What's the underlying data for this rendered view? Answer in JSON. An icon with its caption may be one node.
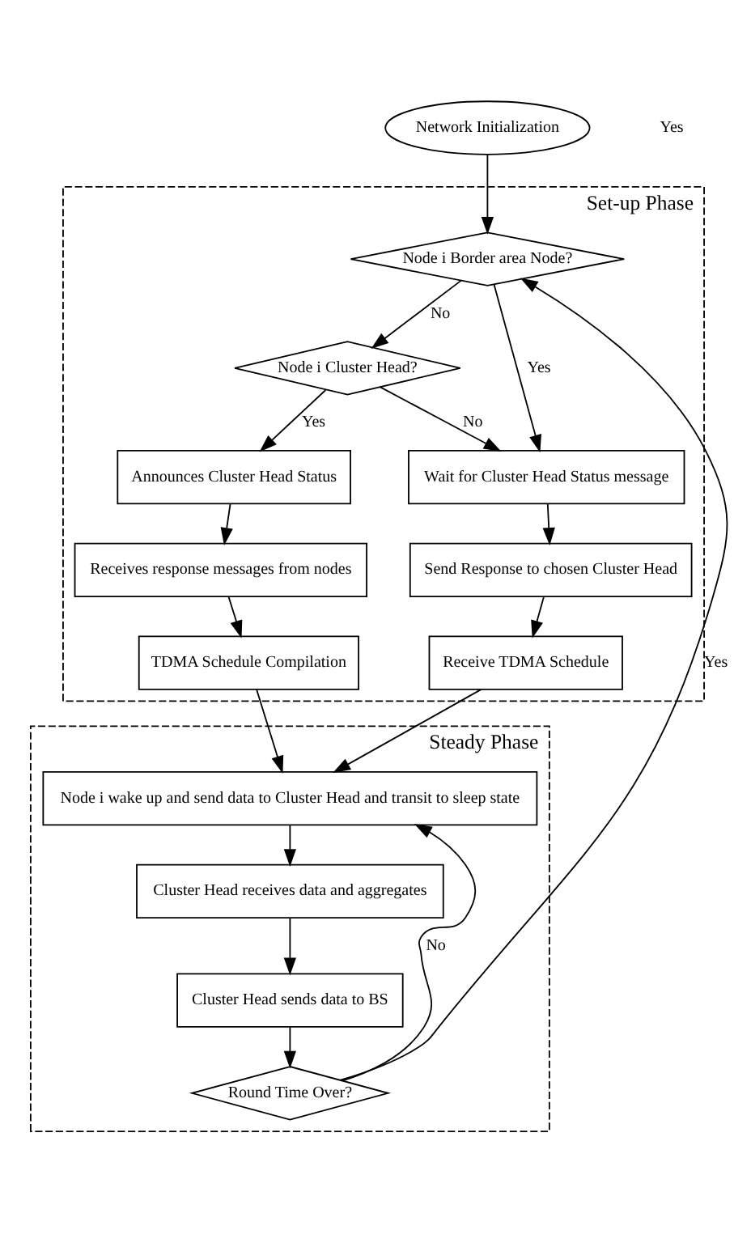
{
  "diagram": {
    "nodes": [
      {
        "text": [
          "Network Initialization"
        ]
      },
      {
        "text": [
          "Set-up Phase"
        ]
      },
      {
        "text": [
          "Node i Border area Node?"
        ],
        "in": 1
      },
      {
        "text": [
          "Node i Cluster Head?"
        ],
        "in": 1
      },
      {
        "text": [
          "Announces Cluster Head Status"
        ],
        "in": 1
      },
      {
        "text": [
          "Receives response messages from nodes"
        ],
        "in": 1
      },
      {
        "text": [
          "TDMA Schedule Compilation"
        ],
        "in": 1
      },
      {
        "text": [
          "Wait for Cluster Head Status message"
        ],
        "in": 1
      },
      {
        "text": [
          "Send Response to chosen Cluster Head"
        ],
        "in": 1
      },
      {
        "text": [
          "Receive TDMA Schedule"
        ],
        "in": 1
      },
      {
        "text": [
          "Steady Phase"
        ]
      },
      {
        "text": [
          "Node i wake up and send data to Cluster Head and transit to sleep state"
        ],
        "in": 10
      },
      {
        "text": [
          "Cluster Head receives data and aggregates"
        ],
        "in": 10
      },
      {
        "text": [
          "Cluster Head sends data to BS"
        ],
        "in": 10
      },
      {
        "text": [
          "Round Time Over?"
        ],
        "in": 10
      }
    ],
    "edges": [
      {
        "from": 0,
        "to": 2,
        "arrow": "to"
      },
      {
        "from": 2,
        "to": 7,
        "arrow": "to",
        "label": "Yes"
      },
      {
        "from": 2,
        "to": 3,
        "arrow": "to",
        "label": "No"
      },
      {
        "from": 3,
        "to": 4,
        "arrow": "to",
        "label": "Yes"
      },
      {
        "from": 3,
        "to": 7,
        "arrow": "to",
        "label": "No"
      },
      {
        "from": 4,
        "to": 5,
        "arrow": "to"
      },
      {
        "from": 5,
        "to": 6,
        "arrow": "to"
      },
      {
        "from": 7,
        "to": 8,
        "arrow": "to"
      },
      {
        "from": 8,
        "to": 9,
        "arrow": "to"
      },
      {
        "from": 6,
        "to": 11,
        "arrow": "to"
      },
      {
        "from": 9,
        "to": 11,
        "arrow": "to"
      },
      {
        "from": 11,
        "to": 12,
        "arrow": "to"
      },
      {
        "from": 12,
        "to": 13,
        "arrow": "to"
      },
      {
        "from": 13,
        "to": 14,
        "arrow": "to"
      },
      {
        "from": 14,
        "to": 11,
        "arrow": "to",
        "label": "No"
      },
      {
        "from": 14,
        "to": 2,
        "arrow": "to",
        "label": "Yes"
      }
    ],
    "labels": [
      "Yes"
    ]
  }
}
